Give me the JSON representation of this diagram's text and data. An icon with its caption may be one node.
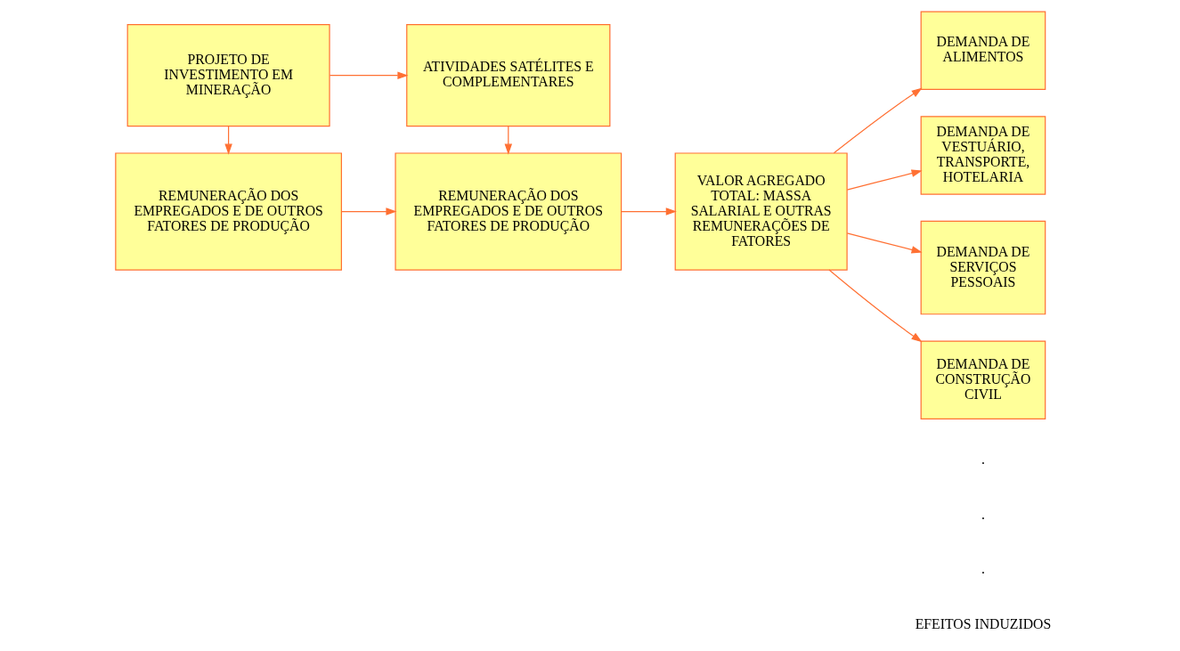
{
  "diagram": {
    "nodes": [
      {
        "text": [
          "PROJETO DE INVESTIMENTO EM MINERAÇÃO"
        ]
      },
      {
        "text": [
          "ATIVIDADES SATÉLITES E COMPLEMENTARES"
        ]
      },
      {
        "text": [
          "REMUNERAÇÃO DOS EMPREGADOS E DE OUTROS FATORES DE PRODUÇÃO"
        ]
      },
      {
        "text": [
          "REMUNERAÇÃO DOS EMPREGADOS E DE OUTROS FATORES DE PRODUÇÃO"
        ]
      },
      {
        "text": [
          "VALOR AGREGADO TOTAL: MASSA SALARIAL E OUTRAS REMUNERAÇÕES DE FATORES"
        ]
      },
      {
        "text": [
          "DEMANDA DE ALIMENTOS"
        ]
      },
      {
        "text": [
          "DEMANDA DE VESTUÁRIO, TRANSPORTE, HOTELARIA"
        ]
      },
      {
        "text": [
          "DEMANDA DE SERVIÇOS PESSOAIS"
        ]
      },
      {
        "text": [
          "DEMANDA DE CONSTRUÇÃO CIVIL"
        ]
      }
    ],
    "edges": [
      {
        "from": 0,
        "to": 1,
        "arrow": "to"
      },
      {
        "from": 0,
        "to": 2,
        "arrow": "to"
      },
      {
        "from": 1,
        "to": 3,
        "arrow": "to"
      },
      {
        "from": 2,
        "to": 3,
        "arrow": "to"
      },
      {
        "from": 3,
        "to": 4,
        "arrow": "to"
      },
      {
        "from": 4,
        "to": 5,
        "arrow": "to"
      },
      {
        "from": 4,
        "to": 6,
        "arrow": "to"
      },
      {
        "from": 4,
        "to": 7,
        "arrow": "to"
      },
      {
        "from": 4,
        "to": 8,
        "arrow": "to"
      }
    ],
    "labels": [
      ".",
      ".",
      ".",
      "EFEITOS INDUZIDOS"
    ]
  }
}
